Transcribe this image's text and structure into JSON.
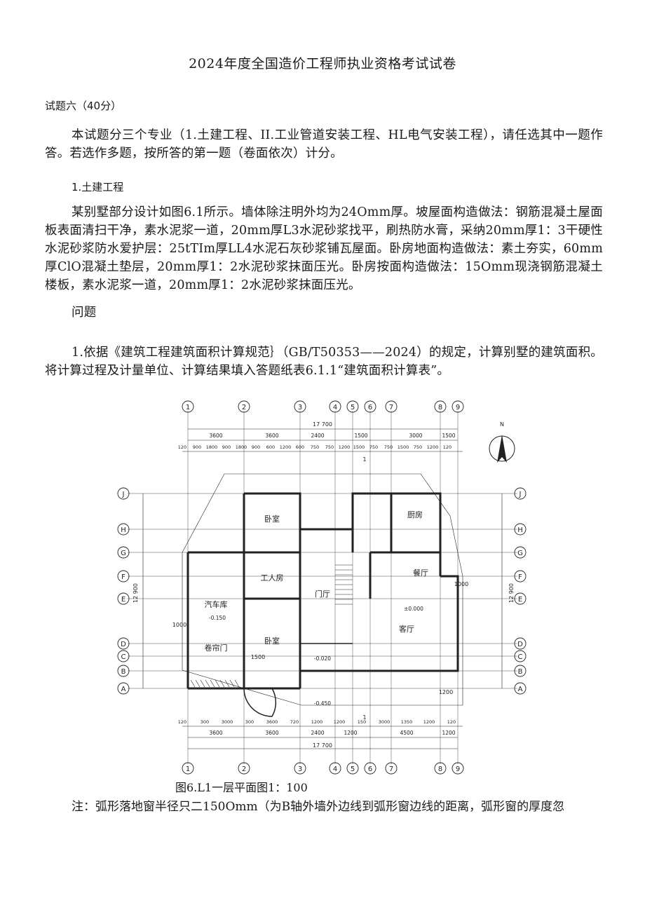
{
  "doc": {
    "title": "2024年度全国造价工程师执业资格考试试卷",
    "question_heading": "试题六（40分）",
    "intro": "本试题分三个专业（1.土建工程、II.工业管道安装工程、HL电气安装工程），请任选其中一题作答。若选作多题，按所答的第一题（卷面依次）计分。",
    "section": "1.土建工程",
    "body": "某别墅部分设计如图6.1所示。墙体除注明外均为24Omm厚。坡屋面构造做法：钢筋混凝土屋面板表面清扫干净，素水泥浆一道，20mm厚L3水泥砂浆找平，刷热防水膏，采纳20mm厚1：3干硬性水泥砂浆防水爱护层：25tTIm厚LL4水泥石灰砂浆铺瓦屋面。卧房地面构造做法：素土夯实，60mm厚ClO混凝土垫层，20mm厚1：2水泥砂浆抹面压光。卧房按面构造做法：15Omm现浇钢筋混凝土楼板，素水泥浆一道，20mm厚1：2水泥砂浆抹面压光。",
    "problem_label": "问题",
    "problem_1": "1.依据《建筑工程建筑面积计算规范｝（GB/T50353——2024）的规定，计算别墅的建筑面积。将计算过程及计量单位、计算结果填入答题纸表6.1.1“建筑面积计算表”。",
    "caption": "图6.L1一层平面图1：100",
    "note": "注：弧形落地窗半径只二150Omm（为B轴外墙外边线到弧形窗边线的距离，弧形窗的厚度忽"
  },
  "plan": {
    "top_axes": [
      "1",
      "2",
      "3",
      "4",
      "5",
      "6",
      "7",
      "8",
      "9"
    ],
    "side_axes": [
      "J",
      "H",
      "G",
      "F",
      "E",
      "D",
      "C",
      "B",
      "A"
    ],
    "top_total": "17 700",
    "top_row1": [
      "3600",
      "3600",
      "2400",
      "1500",
      "3000",
      "1500"
    ],
    "top_row2": [
      "120",
      "900",
      "1800",
      "900",
      "1800",
      "900",
      "600",
      "1200",
      "600",
      "750",
      "750",
      "1200",
      "1500",
      "750",
      "750",
      "1500",
      "750",
      "1200",
      "120"
    ],
    "bottom_row1": [
      "120",
      "300",
      "3000",
      "300",
      "3600",
      "720",
      "1200",
      "1200",
      "150",
      "3000",
      "1350",
      "1200",
      "120"
    ],
    "bottom_row2": [
      "3600",
      "3600",
      "2400",
      "1200",
      "4500",
      "1200"
    ],
    "bottom_total": "17 700",
    "left_total": "12 900",
    "right_total": "12 900",
    "rooms": [
      "卧室",
      "厨房",
      "工人房",
      "餐厅",
      "门厅",
      "汽车库",
      "卧室",
      "客厅",
      "卷帘门"
    ],
    "levels": [
      "-0.150",
      "±0.000",
      "-0.020",
      "-0.450"
    ],
    "misc": [
      "1500",
      "1200",
      "1000",
      "1000",
      "1",
      "1",
      "N"
    ]
  }
}
